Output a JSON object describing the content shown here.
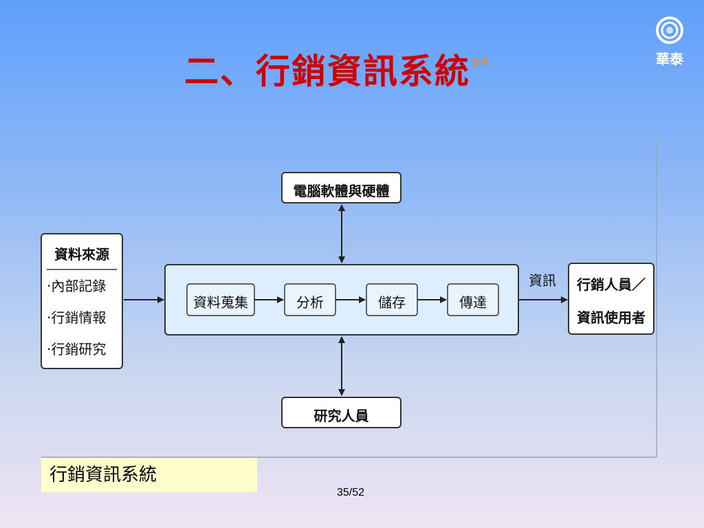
{
  "slide": {
    "title": "二、行銷資訊系統",
    "title_fraction": "3/4",
    "logo_text": "華泰",
    "caption": "行銷資訊系統",
    "page_number": "35/52"
  },
  "diagram": {
    "top_box": "電腦軟體與硬體",
    "bottom_box": "研究人員",
    "source_box": {
      "title": "資料來源",
      "items": [
        "‧內部記錄",
        "‧行銷情報",
        "‧行銷研究"
      ]
    },
    "process_steps": [
      "資料蒐集",
      "分析",
      "儲存",
      "傳達"
    ],
    "output_label": "資訊",
    "output_box_line1": "行銷人員／",
    "output_box_line2": "資訊使用者"
  },
  "colors": {
    "title": "#cc0000",
    "fraction": "#e88a2a",
    "box_fill": "#ffffff",
    "process_fill": "#ddeeff",
    "step_fill": "#eaf4ff",
    "caption_bg": "#ffffcc"
  }
}
